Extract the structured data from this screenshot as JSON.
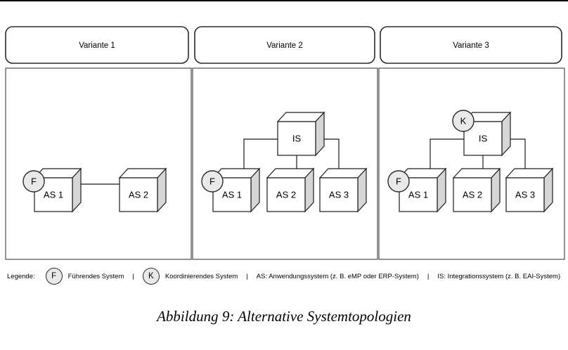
{
  "panels": [
    {
      "title": "Variante 1",
      "nodes": [
        {
          "label": "AS 1",
          "badge": "F"
        },
        {
          "label": "AS 2"
        }
      ]
    },
    {
      "title": "Variante 2",
      "nodes": [
        {
          "label": "IS"
        },
        {
          "label": "AS 1",
          "badge": "F"
        },
        {
          "label": "AS 2"
        },
        {
          "label": "AS 3"
        }
      ]
    },
    {
      "title": "Variante 3",
      "nodes": [
        {
          "label": "IS",
          "badge": "K"
        },
        {
          "label": "AS 1",
          "badge": "F"
        },
        {
          "label": "AS 2"
        },
        {
          "label": "AS 3"
        }
      ]
    }
  ],
  "legend": {
    "label": "Legende:",
    "separator": "|",
    "items": [
      {
        "symbol": "F",
        "text": "Führendes System"
      },
      {
        "symbol": "K",
        "text": "Koordinierendes System"
      },
      {
        "text": "AS: Anwendungssystem (z. B. eMP oder ERP-System)"
      },
      {
        "text": "IS: Integrationssystem (z. B. EAI-System)"
      }
    ]
  },
  "caption": "Abbildung 9: Alternative Systemtopologien",
  "colors": {
    "cube_side": "#d6d6d6",
    "badge_fill": "#e9e9e9",
    "line": "#1c1c1c"
  }
}
